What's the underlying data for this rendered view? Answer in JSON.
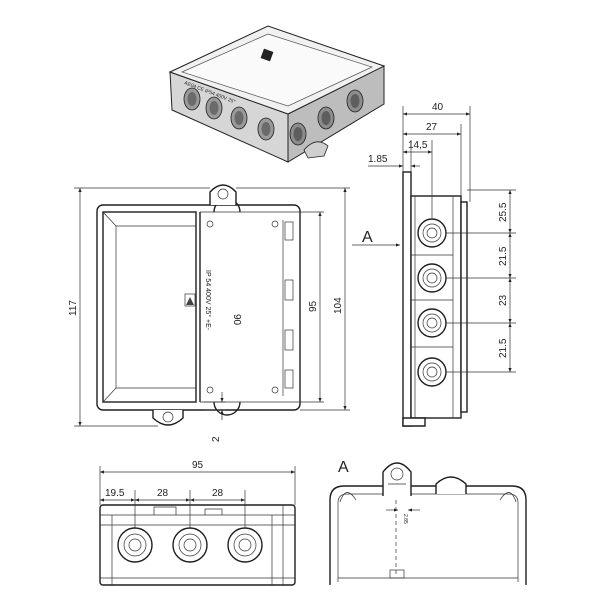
{
  "render": {
    "marking": "AE04  CE  IP54  400V  25°"
  },
  "front_view": {
    "marking": "IP 54 400V 25° +E-",
    "dim_height_total": "117",
    "dim_height_body": "104",
    "dim_inner_95": "95",
    "dim_inner_90": "90",
    "dim_gap": "2"
  },
  "side_view": {
    "section_arrow_label": "A",
    "dim_depth_total": "40",
    "dim_depth_body": "27",
    "dim_entry_offset": "14,5",
    "dim_flange": "1.85",
    "dim_pitches": [
      "25.5",
      "21.5",
      "23",
      "21.5"
    ]
  },
  "bottom_view": {
    "dim_width": "95",
    "dim_first_entry": "19.5",
    "dim_pitches": [
      "28",
      "28"
    ]
  },
  "detail": {
    "label": "A",
    "dim_small": "2.85"
  }
}
